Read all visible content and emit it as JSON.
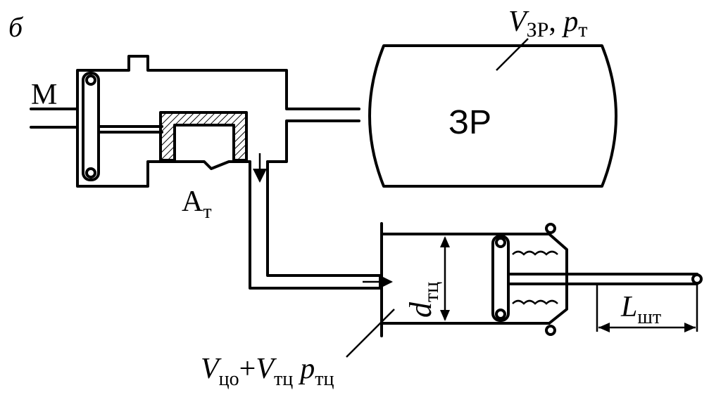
{
  "figure_label": "б",
  "labels": {
    "line_m": "М",
    "reservoir_center": "ЗР",
    "reservoir_volume": {
      "main": "V",
      "sub": "ЗР",
      "sep": ", ",
      "p": "p",
      "p_sub": "т"
    },
    "valve_port": {
      "main": "A",
      "sub": "т"
    },
    "cylinder_diameter": {
      "main": "d",
      "sub": "тц"
    },
    "stroke_length": {
      "main": "L",
      "sub": "шт"
    },
    "cylinder_volume": {
      "v1": "V",
      "v1_sub": "цо",
      "plus": "+",
      "v2": "V",
      "v2_sub": "тц",
      "p": "p",
      "p_sub": "тц"
    }
  }
}
